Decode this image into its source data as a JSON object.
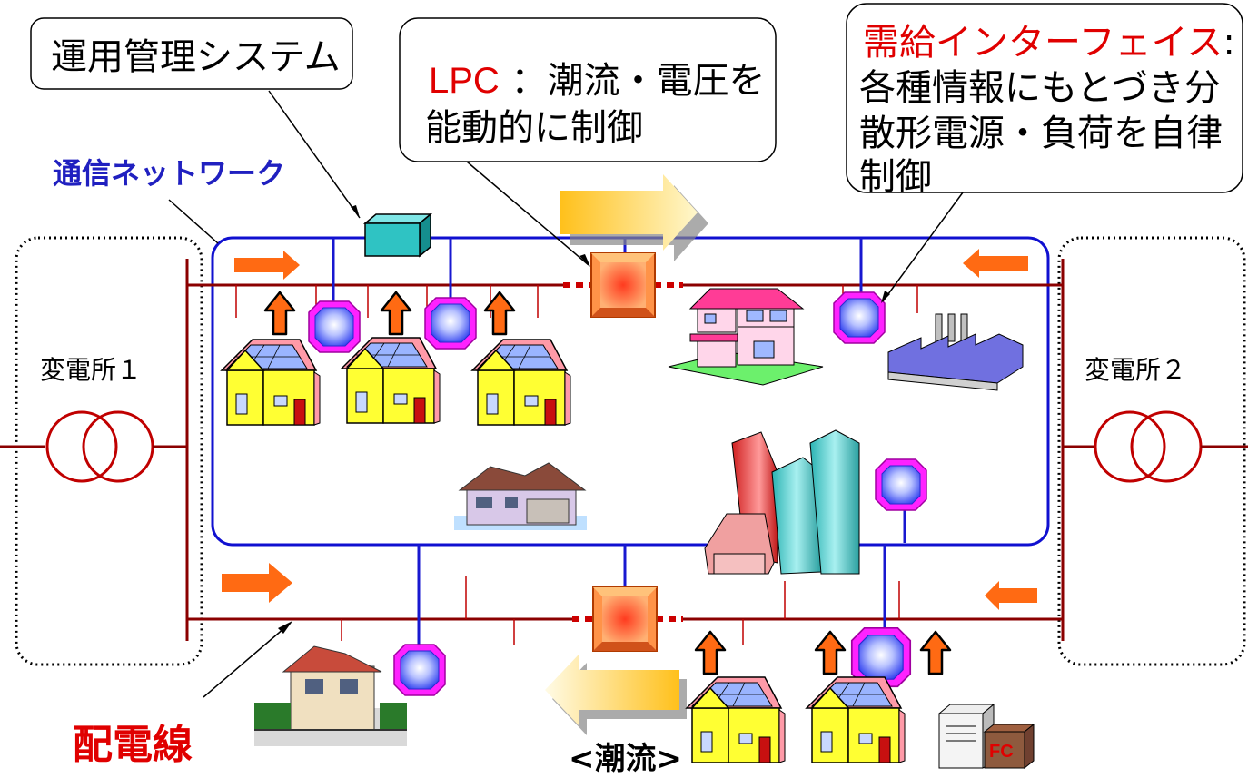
{
  "callouts": {
    "ops": {
      "text": "運用管理システム"
    },
    "lpc": {
      "head": "LPC",
      "rest": "：潮流・電圧を",
      "line2": "能動的に制御"
    },
    "demand": {
      "head": "需給インターフェイス",
      "colon": ":",
      "line2": "各種情報にもとづき分",
      "line3": "散形電源・負荷を自律",
      "line4": "制御"
    }
  },
  "labels": {
    "network": "通信ネットワーク",
    "substation1": "変電所１",
    "substation2": "変電所２",
    "distribution_line": "配電線",
    "power_flow": "<潮流>",
    "fuel_cell": "FC"
  },
  "colors": {
    "power_line": "#8b0000",
    "network_line": "#1010d0",
    "flow_arrow": "#ff6a13",
    "red_text": "#e00000",
    "blue_text": "#2020c0",
    "lpc_fill": "#ff7733",
    "interface_border": "#ff00ff",
    "interface_fill": "#7f8cff",
    "house_wall": "#ffff33"
  }
}
